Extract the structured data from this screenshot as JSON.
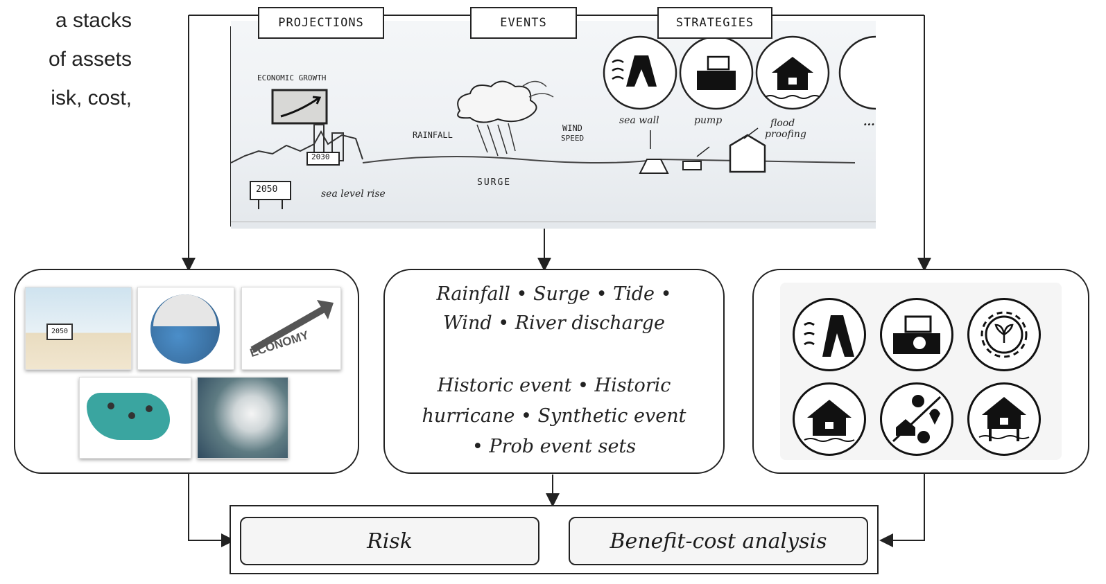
{
  "left_text": {
    "line1": "a stacks",
    "line2": "of assets",
    "line3": "isk, cost,"
  },
  "tabs": {
    "projections": "PROJECTIONS",
    "events": "EVENTS",
    "strategies": "STRATEGIES"
  },
  "sketch": {
    "economic_growth": "ECONOMIC GROWTH",
    "rainfall": "RAINFALL",
    "wind_speed_1": "WIND",
    "wind_speed_2": "SPEED",
    "sea_wall": "sea wall",
    "pump": "pump",
    "flood_proofing_1": "flood",
    "flood_proofing_2": "proofing",
    "ellipsis": "...",
    "sign_2030": "2030",
    "sign_2050": "2050",
    "sea_level_rise": "sea level rise",
    "surge": "SURGE"
  },
  "projections_panel": {
    "thumb_sign": "2050",
    "thumb_economy": "ECONOMY"
  },
  "events_panel": {
    "line1": "Rainfall • Surge • Tide •",
    "line2": "Wind • River discharge",
    "line3": "Historic event • Historic",
    "line4": "hurricane • Synthetic event",
    "line5": "• Prob event sets"
  },
  "outputs": {
    "risk": "Risk",
    "bca": "Benefit-cost analysis"
  },
  "colors": {
    "line": "#222222",
    "panel_bg": "#ffffff",
    "output_bg": "#f5f5f5"
  }
}
